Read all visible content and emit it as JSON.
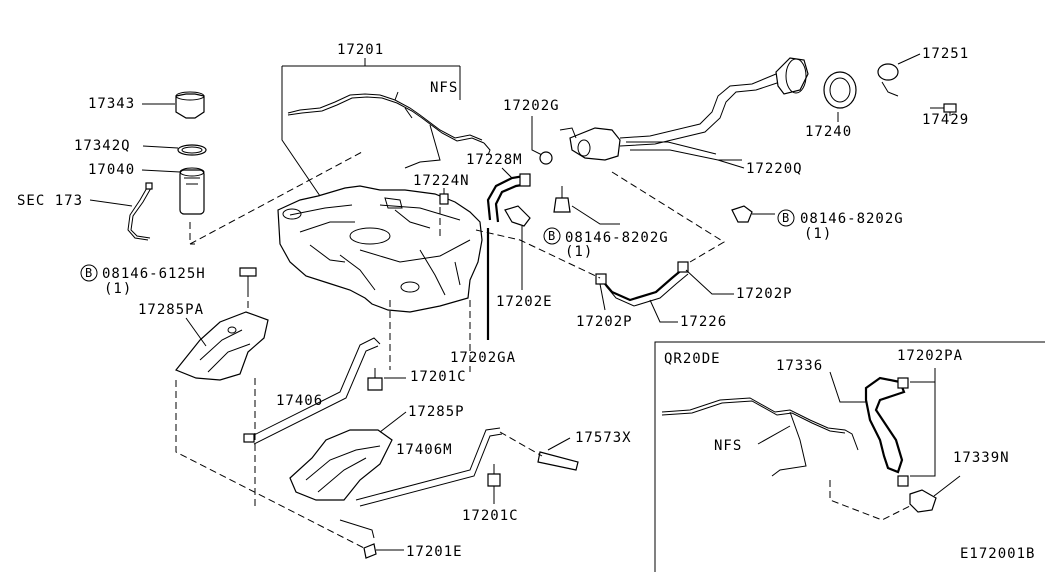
{
  "labels": {
    "p17201": "17201",
    "nfs_main": "NFS",
    "p17343": "17343",
    "p17342q": "17342Q",
    "p17040": "17040",
    "sec173": "SEC 173",
    "p17202g": "17202G",
    "p17228m": "17228M",
    "p17224n": "17224N",
    "p17251": "17251",
    "p17429": "17429",
    "p17240": "17240",
    "p17220q": "17220Q",
    "bolt_8202g_right": "08146-8202G",
    "bolt_8202g_right_qty": "(1)",
    "bolt_8202g_center": "08146-8202G",
    "bolt_8202g_center_qty": "(1)",
    "bolt_6125h": "08146-6125H",
    "bolt_6125h_qty": "(1)",
    "bolt_marker": "B",
    "p17285pa": "17285PA",
    "p17202e": "17202E",
    "p17202p_right": "17202P",
    "p17202p_center": "17202P",
    "p17226": "17226",
    "p17202ga": "17202GA",
    "p17201c_top": "17201C",
    "p17406": "17406",
    "p17285p": "17285P",
    "p17406m": "17406M",
    "p17573x": "17573X",
    "p17201c_bottom": "17201C",
    "p17201e": "17201E",
    "inset_title": "QR20DE",
    "inset_17336": "17336",
    "inset_17202pa": "17202PA",
    "inset_nfs": "NFS",
    "inset_17339n": "17339N",
    "diagram_code": "E172001B"
  }
}
